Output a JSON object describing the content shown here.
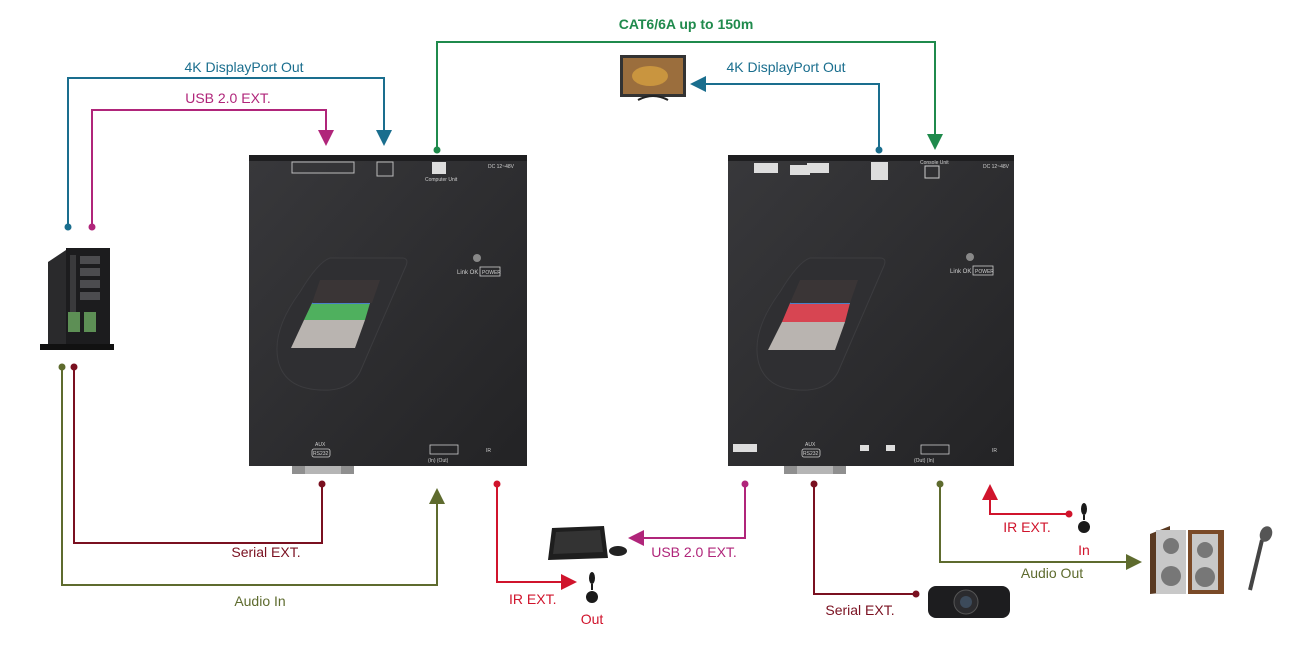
{
  "labels": {
    "cat6": "CAT6/6A up to 150m",
    "dp_out_left": "4K DisplayPort Out",
    "usb_left": "USB 2.0 EXT.",
    "dp_out_right": "4K DisplayPort Out",
    "serial_left": "Serial EXT.",
    "audio_in": "Audio In",
    "ir_out_label": "IR EXT.",
    "out": "Out",
    "usb_right": "USB 2.0 EXT.",
    "serial_right": "Serial EXT.",
    "audio_out": "Audio Out",
    "ir_in_label": "IR EXT.",
    "in": "In"
  },
  "transmitter": {
    "link_label": "Link",
    "power_label": "POWER",
    "link_ok": "Link OK",
    "port_label": "Computer Unit",
    "dc_label": "DC 12~48V",
    "aux": "AUX",
    "rs232": "RS232",
    "audio_in_out": "(In)   (Out)",
    "ir_label": "IR"
  },
  "receiver": {
    "link_label": "Link",
    "power_label": "POWER",
    "link_ok": "Link OK",
    "port_label": "Console Unit",
    "dc_label": "DC 12~48V",
    "aux": "AUX",
    "rs232": "RS232",
    "audio_in_out": "(Out)   (In)",
    "ir_label": "IR"
  },
  "colors": {
    "displayport": "#1a6e8e",
    "usb": "#b0257a",
    "cat6": "#1f8a4c",
    "serial": "#7a1020",
    "audio": "#5e6b2e",
    "ir": "#d0142c",
    "device": "#2a2a2c"
  }
}
